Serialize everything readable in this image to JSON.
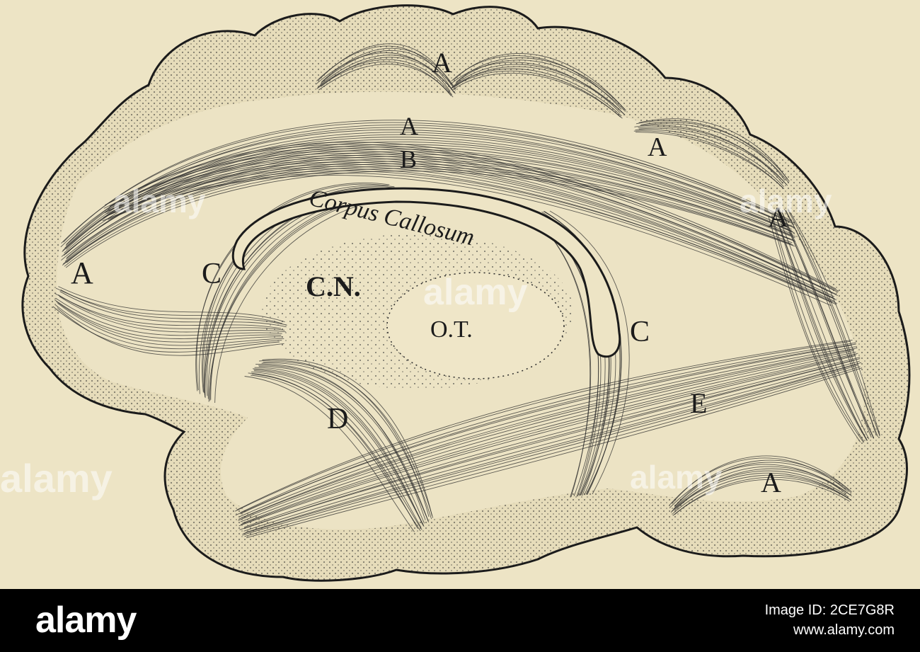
{
  "figure": {
    "labels": {
      "a_occipital": "A",
      "a_top_center": "A",
      "a_top_inner": "A",
      "a_upper_right": "A",
      "a_right": "A",
      "a_bottom_right": "A",
      "b": "B",
      "c_left": "C",
      "c_right": "C",
      "d": "D",
      "e": "E",
      "corpus_callosum": "Corpus Callosum",
      "caudate_nucleus": "C.N.",
      "optic_thalamus": "O.T."
    },
    "watermark_text": "alamy"
  },
  "footer": {
    "logo_text": "alamy",
    "image_id": "Image ID: 2CE7G8R",
    "site": "www.alamy.com"
  },
  "colors": {
    "background": "#ede4c5",
    "ink": "#1b1b1b",
    "stipple": "#ddd3b2",
    "footer": "#000000"
  }
}
